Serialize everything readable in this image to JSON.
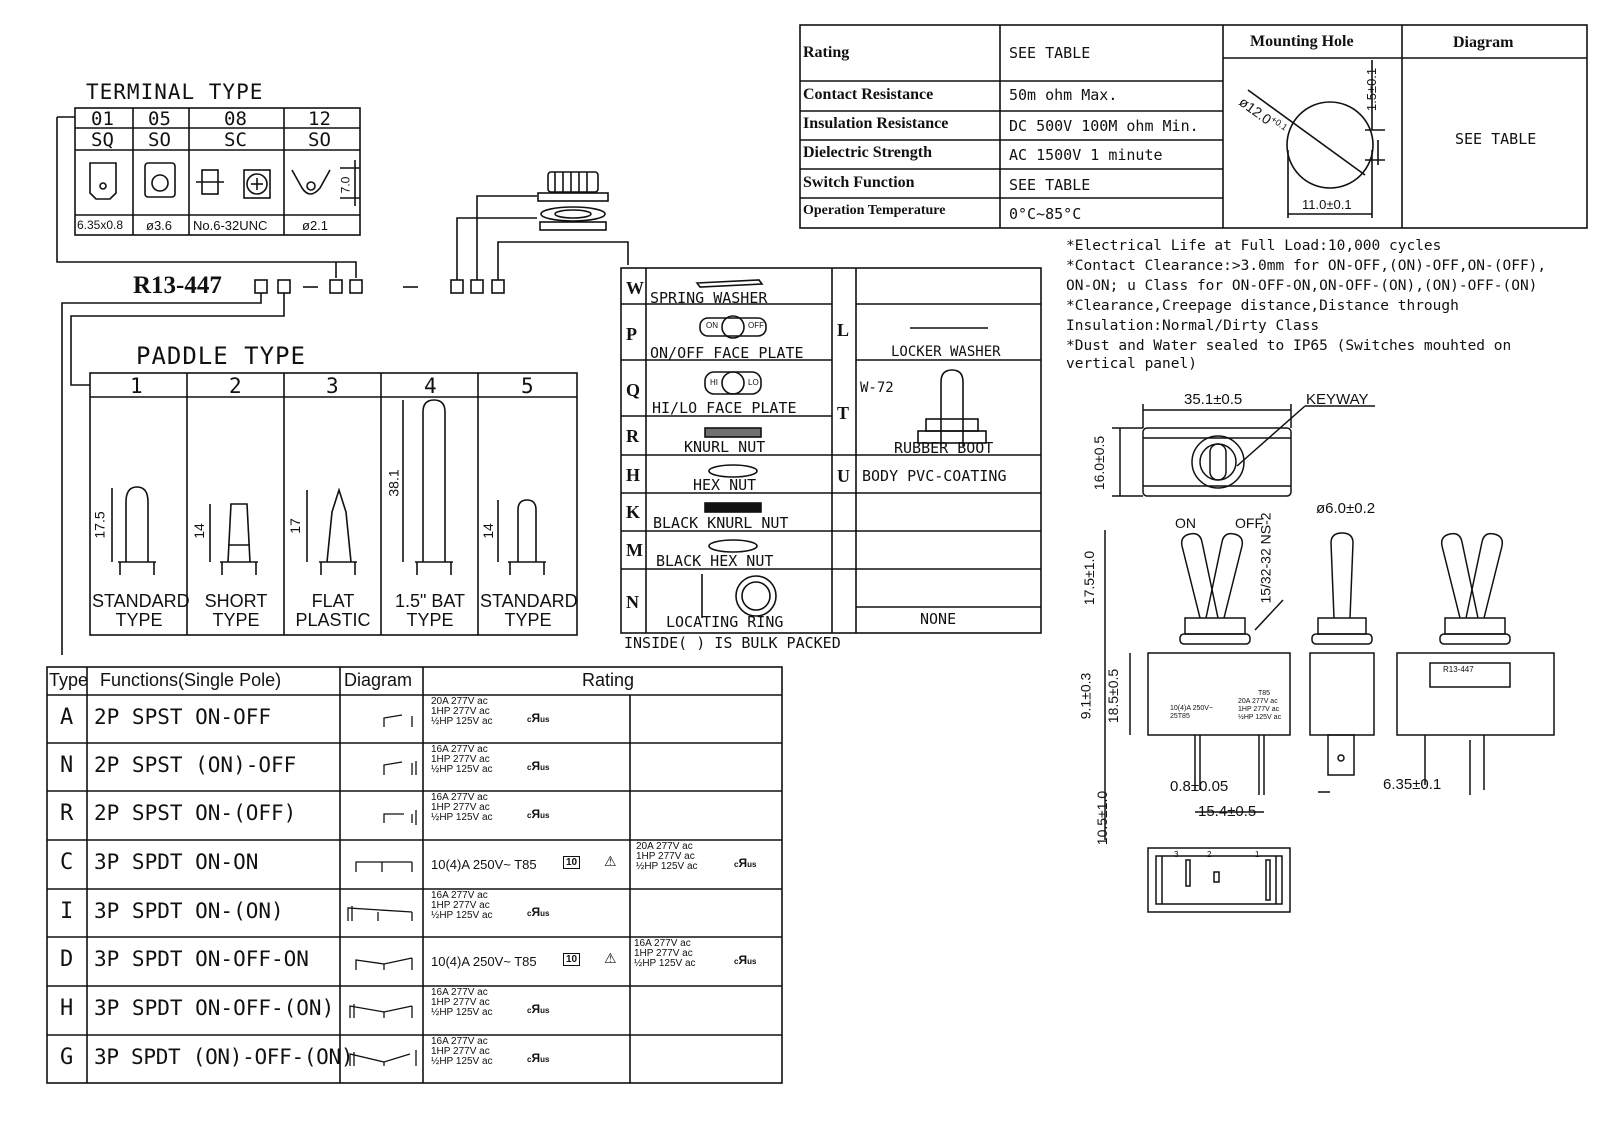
{
  "part_number": "R13-447",
  "terminal_type": {
    "title": "TERMINAL TYPE",
    "columns": [
      {
        "code": "01",
        "label": "SQ",
        "size": "6.35x0.8"
      },
      {
        "code": "05",
        "label": "SO",
        "size": "ø3.6"
      },
      {
        "code": "08",
        "label": "SC",
        "size": "No.6-32UNC"
      },
      {
        "code": "12",
        "label": "SO",
        "size": "ø2.1"
      }
    ],
    "dim_height": "7.0"
  },
  "paddle_type": {
    "title": "PADDLE TYPE",
    "columns": [
      {
        "num": "1",
        "dim": "17.5",
        "label1": "STANDARD",
        "label2": "TYPE"
      },
      {
        "num": "2",
        "dim": "14",
        "label1": "SHORT",
        "label2": "TYPE"
      },
      {
        "num": "3",
        "dim": "17",
        "label1": "FLAT",
        "label2": "PLASTIC"
      },
      {
        "num": "4",
        "dim": "38.1",
        "label1": "1.5\" BAT",
        "label2": "TYPE"
      },
      {
        "num": "5",
        "dim": "14",
        "label1": "STANDARD",
        "label2": "TYPE"
      }
    ]
  },
  "accessories": {
    "rows_left": [
      {
        "code": "W",
        "label": "SPRING WASHER"
      },
      {
        "code": "P",
        "label": "ON/OFF FACE PLATE"
      },
      {
        "code": "Q",
        "label": "HI/LO FACE PLATE"
      },
      {
        "code": "R",
        "label": "KNURL NUT"
      },
      {
        "code": "H",
        "label": "HEX NUT"
      },
      {
        "code": "K",
        "label": "BLACK KNURL NUT"
      },
      {
        "code": "M",
        "label": "BLACK HEX NUT"
      },
      {
        "code": "N",
        "label": "LOCATING RING"
      }
    ],
    "rows_right": [
      {
        "code": "L",
        "label": "LOCKER WASHER"
      },
      {
        "code": "T",
        "label": "RUBBER BOOT",
        "sub": "W-72"
      },
      {
        "code": "U",
        "label": "BODY PVC-COATING"
      }
    ],
    "none_label": "NONE",
    "face_plate_on": "ON",
    "face_plate_off": "OFF",
    "face_plate_hi": "HI",
    "face_plate_lo": "LO",
    "footnote": "INSIDE( ) IS BULK PACKED"
  },
  "spec_table": {
    "rows": [
      {
        "label": "Rating",
        "value": "SEE TABLE"
      },
      {
        "label": "Contact Resistance",
        "value": "50m ohm Max."
      },
      {
        "label": "Insulation Resistance",
        "value": "DC 500V 100M ohm Min."
      },
      {
        "label": "Dielectric Strength",
        "value": "AC 1500V 1 minute"
      },
      {
        "label": "Switch Function",
        "value": "SEE TABLE"
      },
      {
        "label": "Operation Temperature",
        "value": "0°C~85°C"
      }
    ],
    "mounting_hole_header": "Mounting Hole",
    "diagram_header": "Diagram",
    "diagram_value": "SEE TABLE",
    "hole_dia": "ø12.0",
    "hole_tol": "+0.1",
    "hole_width": "11.0±0.1",
    "hole_key": "1.5±0.1"
  },
  "notes": [
    "*Electrical Life at Full Load:10,000 cycles",
    "*Contact Clearance:>3.0mm for ON-OFF,(ON)-OFF,ON-(OFF),",
    " ON-ON; u Class for ON-OFF-ON,ON-OFF-(ON),(ON)-OFF-(ON)",
    "*Clearance,Creepage distance,Distance through",
    " Insulation:Normal/Dirty Class",
    "*Dust and Water sealed to IP65 (Switches mouhted on",
    " vertical panel)"
  ],
  "drawing": {
    "top_width": "35.1±0.5",
    "keyway": "KEYWAY",
    "top_height": "16.0±0.5",
    "on": "ON",
    "off": "OFF",
    "thread": "15/32-32 NS-2",
    "lever_dia": "ø6.0±0.2",
    "lever_len": "17.5±1.0",
    "body_h1": "9.1±0.3",
    "body_h2": "18.5±0.5",
    "term_len": "10.5±1.0",
    "term_thk": "0.8±0.05",
    "term_pitch": "15.4±0.5",
    "term_w": "6.35±0.1",
    "body_label": "R13-447",
    "label_rating1": "10(4)A 250V~",
    "label_rating2": "25T85",
    "label_ul1": "20A 277V ac",
    "label_ul2": "1HP 277V ac",
    "label_ul3": "½HP 125V ac",
    "label_ul_mark": "T85",
    "bottom_pins": [
      "3",
      "2",
      "1"
    ]
  },
  "function_table": {
    "headers": [
      "Type",
      "Functions(Single Pole)",
      "Diagram",
      "Rating"
    ],
    "rows": [
      {
        "type": "A",
        "function": "2P SPST ON-OFF",
        "r1": [
          "20A 277V ac",
          "1HP 277V ac",
          "½HP 125V ac"
        ],
        "r2": null
      },
      {
        "type": "N",
        "function": "2P SPST (ON)-OFF",
        "r1": [
          "16A 277V ac",
          "1HP 277V ac",
          "½HP 125V ac"
        ],
        "r2": null
      },
      {
        "type": "R",
        "function": "2P SPST ON-(OFF)",
        "r1": [
          "16A 277V ac",
          "1HP 277V ac",
          "½HP 125V ac"
        ],
        "r2": null
      },
      {
        "type": "C",
        "function": "3P SPDT ON-ON",
        "enec": "10(4)A 250V~ T85",
        "r2": [
          "20A 277V ac",
          "1HP 277V ac",
          "½HP 125V ac"
        ]
      },
      {
        "type": "I",
        "function": "3P SPDT ON-(ON)",
        "r1": [
          "16A 277V ac",
          "1HP 277V ac",
          "½HP 125V ac"
        ],
        "r2": null
      },
      {
        "type": "D",
        "function": "3P SPDT ON-OFF-ON",
        "enec": "10(4)A 250V~ T85",
        "r2": [
          "16A 277V ac",
          "1HP 277V ac",
          "½HP 125V ac"
        ]
      },
      {
        "type": "H",
        "function": "3P SPDT ON-OFF-(ON)",
        "r1": [
          "16A 277V ac",
          "1HP 277V ac",
          "½HP 125V ac"
        ],
        "r2": null
      },
      {
        "type": "G",
        "function": "3P SPDT (ON)-OFF-(ON)",
        "r1": [
          "16A 277V ac",
          "1HP 277V ac",
          "½HP 125V ac"
        ],
        "r2": null
      }
    ],
    "ul_mark_c": "c",
    "ul_mark_r": "Я",
    "ul_mark_us": "us",
    "enec_mark": "10"
  }
}
